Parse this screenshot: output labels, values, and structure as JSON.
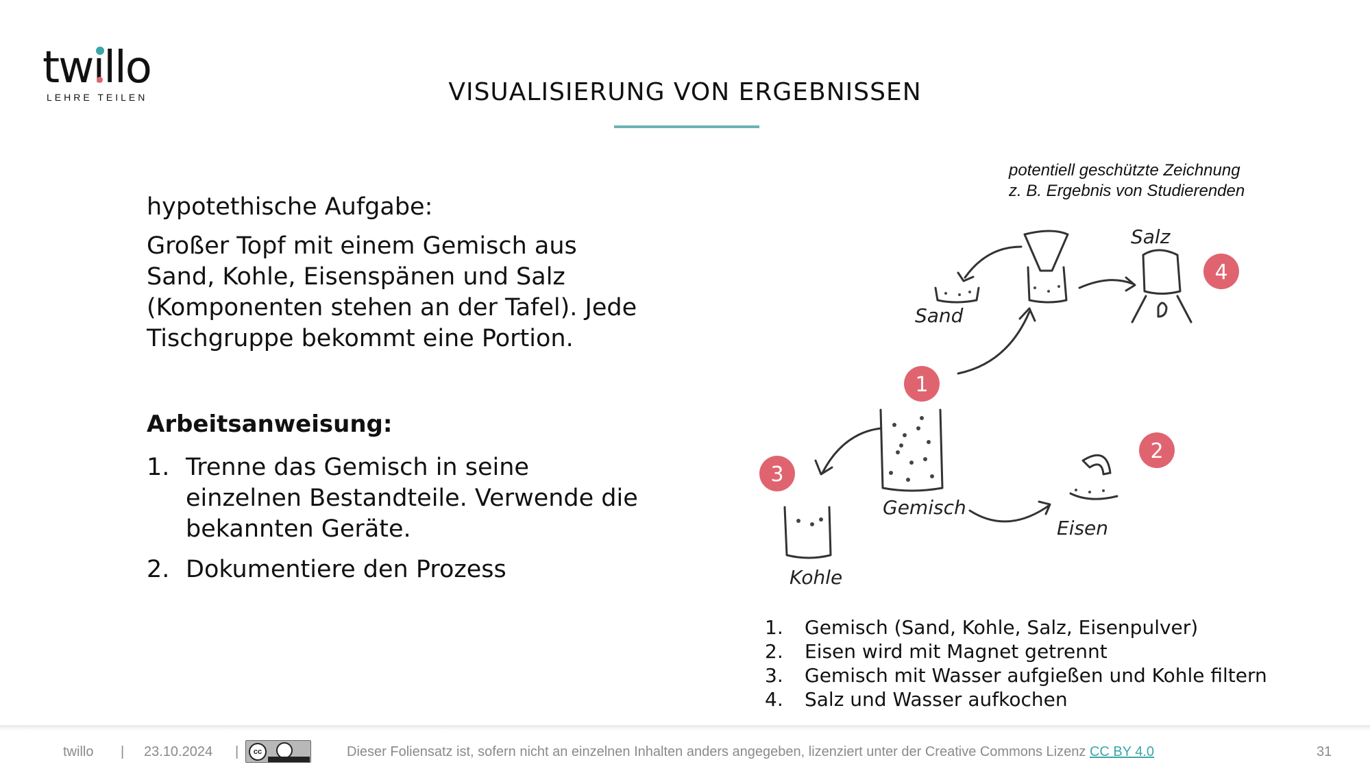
{
  "logo": {
    "word": "twillo",
    "tagline": "LEHRE TEILEN"
  },
  "title": "VISUALISIERUNG VON ERGEBNISSEN",
  "task": {
    "label": "hypotethische Aufgabe:",
    "text": "Großer Topf mit einem Gemisch aus Sand, Kohle, Eisenspänen und Salz (Komponenten stehen an der Tafel). Jede Tischgruppe bekommt eine Portion."
  },
  "instructions": {
    "heading": "Arbeitsanweisung:",
    "items": [
      {
        "num": "1.",
        "text": "Trenne das Gemisch in seine einzelnen Bestandteile. Verwende die bekannten Geräte."
      },
      {
        "num": "2.",
        "text": "Dokumentiere den Prozess"
      }
    ]
  },
  "caption": {
    "line1": "potentiell geschützte Zeichnung",
    "line2": "z. B. Ergebnis von Studierenden"
  },
  "drawing": {
    "labels": {
      "sand": "Sand",
      "salz": "Salz",
      "gemisch": "Gemisch",
      "eisen": "Eisen",
      "kohle": "Kohle"
    },
    "badges": [
      "1",
      "2",
      "3",
      "4"
    ],
    "badge_color": "#e06470"
  },
  "steps": [
    {
      "num": "1.",
      "text": "Gemisch (Sand, Kohle, Salz, Eisenpulver)"
    },
    {
      "num": "2.",
      "text": "Eisen wird mit Magnet getrennt"
    },
    {
      "num": "3.",
      "text": "Gemisch mit Wasser aufgießen und Kohle filtern"
    },
    {
      "num": "4.",
      "text": "Salz und Wasser aufkochen"
    }
  ],
  "footer": {
    "brand": "twillo",
    "sep1": "|",
    "date": "23.10.2024",
    "sep2": "|",
    "license_text": "Dieser Foliensatz ist, sofern nicht an einzelnen Inhalten anders angegeben, lizenziert unter der Creative Commons Lizenz",
    "license_link": "CC BY 4.0",
    "page": "31"
  },
  "colors": {
    "accent": "#6bb4b3",
    "badge": "#e06470",
    "footer_text": "#8a8a8a"
  }
}
